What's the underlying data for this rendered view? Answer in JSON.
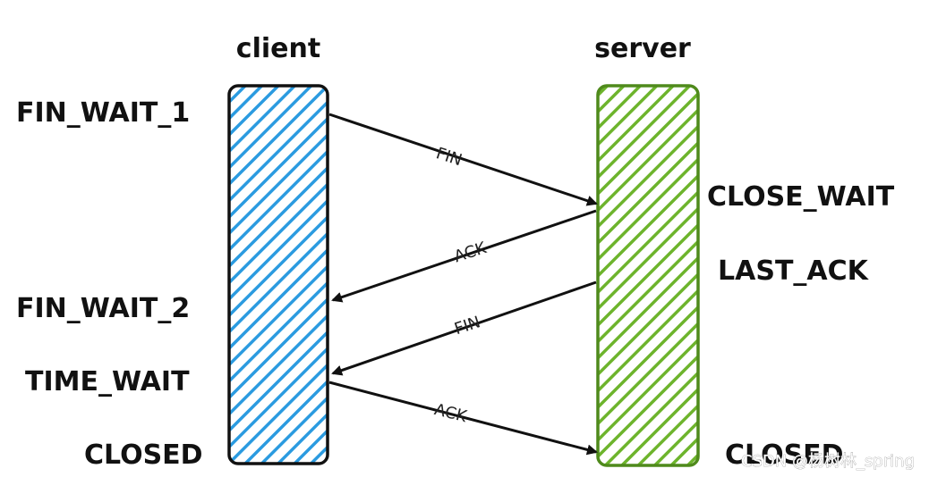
{
  "client": {
    "label": "client",
    "color": "#2b9be0",
    "states": {
      "fin_wait_1": "FIN_WAIT_1",
      "fin_wait_2": "FIN_WAIT_2",
      "time_wait": "TIME_WAIT",
      "closed": "CLOSED"
    }
  },
  "server": {
    "label": "server",
    "color": "#6db42c",
    "states": {
      "close_wait": "CLOSE_WAIT",
      "last_ack": "LAST_ACK",
      "closed": "CLOSED"
    }
  },
  "messages": {
    "fin1": "FIN",
    "ack1": "ACK",
    "fin2": "FIN",
    "ack2": "ACK"
  },
  "watermark": "CSDN @杨树林_spring"
}
